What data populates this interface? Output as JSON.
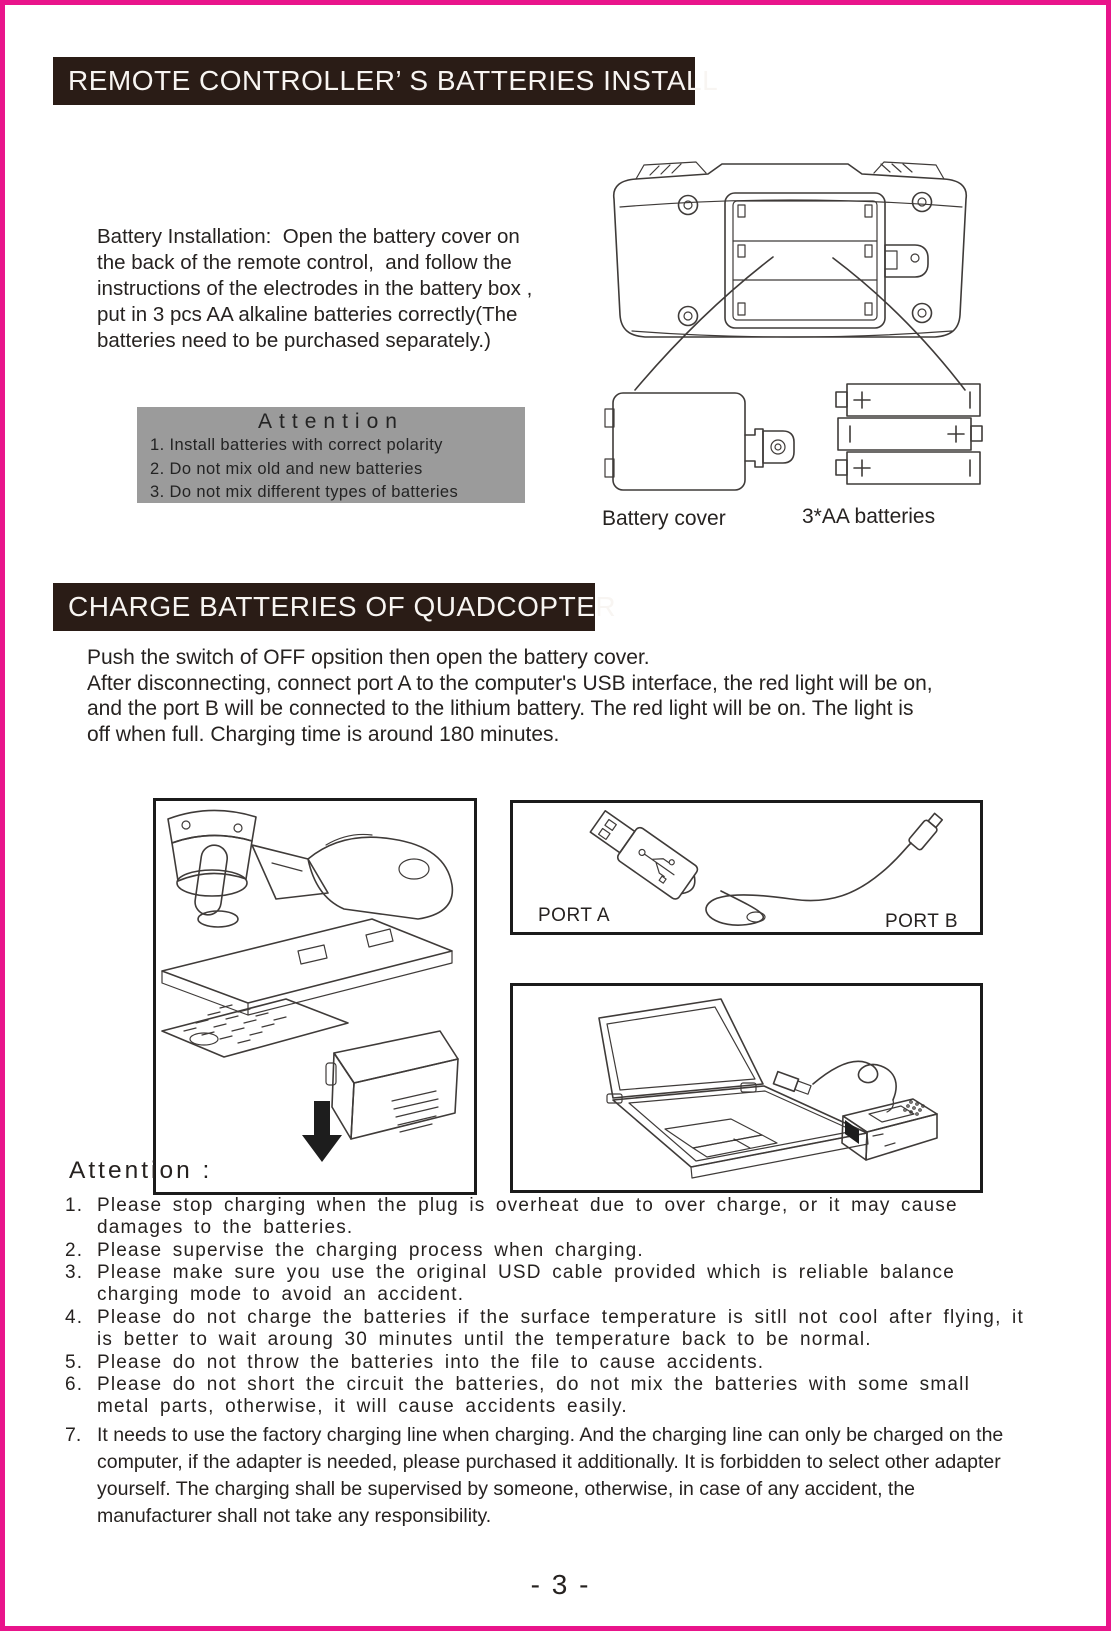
{
  "colors": {
    "border_pink": "#e9148b",
    "header_bg": "#2a1c16",
    "attention_bg": "#9b9b9b"
  },
  "section1": {
    "title": "REMOTE CONTROLLER’ S BATTERIES INSTALL",
    "para_lines": [
      "Battery Installation:  Open the battery cover on",
      "the back of the remote control,  and follow the",
      "instructions of the electrodes in the battery box ,",
      "put in 3 pcs AA alkaline batteries correctly(The",
      "batteries need to be purchased separately.)"
    ],
    "attention": {
      "title": "Attention",
      "items": [
        "1. Install batteries with correct polarity",
        "2. Do not mix old and new batteries",
        "3. Do not mix different types of batteries"
      ]
    },
    "caption_cover": "Battery cover",
    "caption_batteries": "3*AA batteries"
  },
  "section2": {
    "title": "CHARGE BATTERIES OF QUADCOPTER",
    "para_lines": [
      "Push the switch of OFF opsition then open the battery cover.",
      "After disconnecting, connect port A to the computer's USB interface, the red light will be on,",
      "and the port B will be connected to the lithium battery. The red light will be on. The light is",
      "off when full. Charging time is around 180 minutes."
    ],
    "port_a": "PORT A",
    "port_b": "PORT B"
  },
  "attention2": {
    "title": "Attention :",
    "items": [
      {
        "num": "1.",
        "text": "Please stop charging when the plug is overheat due to over charge, or it may cause damages to the batteries."
      },
      {
        "num": "2.",
        "text": "Please supervise the charging process when charging."
      },
      {
        "num": "3.",
        "text": "Please make sure you use the original USD cable provided which is reliable balance charging mode to avoid an accident."
      },
      {
        "num": "4.",
        "text": "Please do not charge the batteries if the surface temperature is sitll not cool after flying, it is better to wait aroung 30 minutes until the temperature back to be normal."
      },
      {
        "num": "5.",
        "text": "Please do not throw the batteries into the file to cause accidents."
      },
      {
        "num": "6.",
        "text": "Please do not short the circuit the batteries, do not mix the batteries with some small metal parts, otherwise, it will cause accidents easily."
      },
      {
        "num": "7.",
        "text": "It needs to use the factory charging line when charging. And the charging line can only be charged on the computer, if the adapter is needed, please purchased it additionally.  It is forbidden to select other adapter yourself. The charging shall be supervised by someone, otherwise, in case of any accident, the manufacturer shall not take any responsibility."
      }
    ]
  },
  "page": {
    "number": "- 3 -"
  }
}
